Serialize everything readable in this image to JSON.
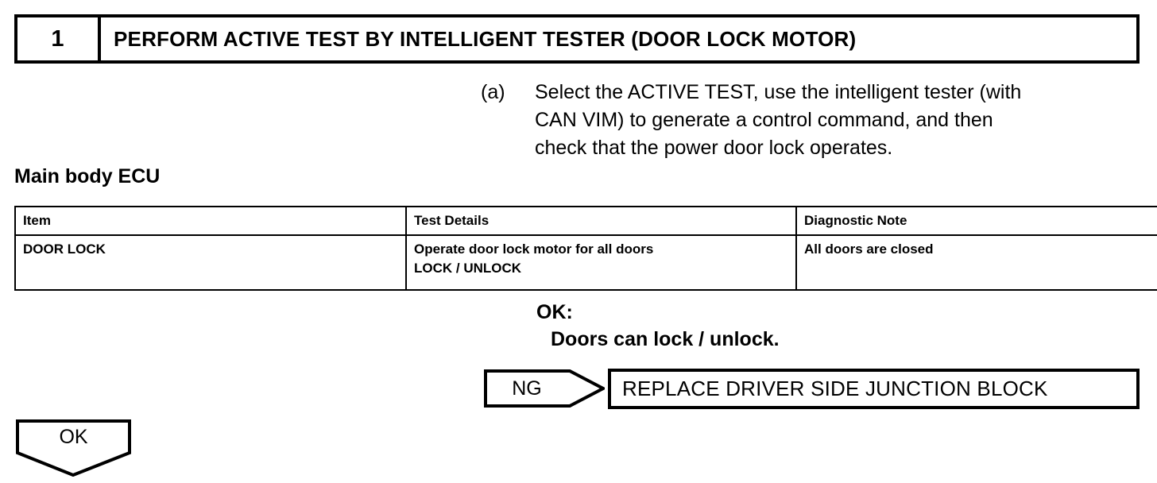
{
  "step": {
    "number": "1",
    "title": "PERFORM ACTIVE TEST BY INTELLIGENT TESTER (DOOR LOCK MOTOR)"
  },
  "instruction": {
    "marker": "(a)",
    "line1": "Select the ACTIVE TEST, use the intelligent tester (with",
    "line2": "CAN VIM) to generate a control command, and then",
    "line3": "check that the power door lock operates."
  },
  "sub_heading": "Main body ECU",
  "table": {
    "headers": [
      "Item",
      "Test Details",
      "Diagnostic Note"
    ],
    "rows": [
      {
        "item": "DOOR LOCK",
        "details_line1": "Operate door lock motor for all doors",
        "details_line2": "LOCK / UNLOCK",
        "note": "All doors are closed"
      }
    ]
  },
  "result": {
    "label": "OK:",
    "value": "Doors can lock / unlock."
  },
  "flow": {
    "ng_label": "NG",
    "ng_action": "REPLACE DRIVER SIDE JUNCTION BLOCK",
    "ok_label": "OK"
  },
  "colors": {
    "ink": "#000000",
    "paper": "#ffffff"
  }
}
